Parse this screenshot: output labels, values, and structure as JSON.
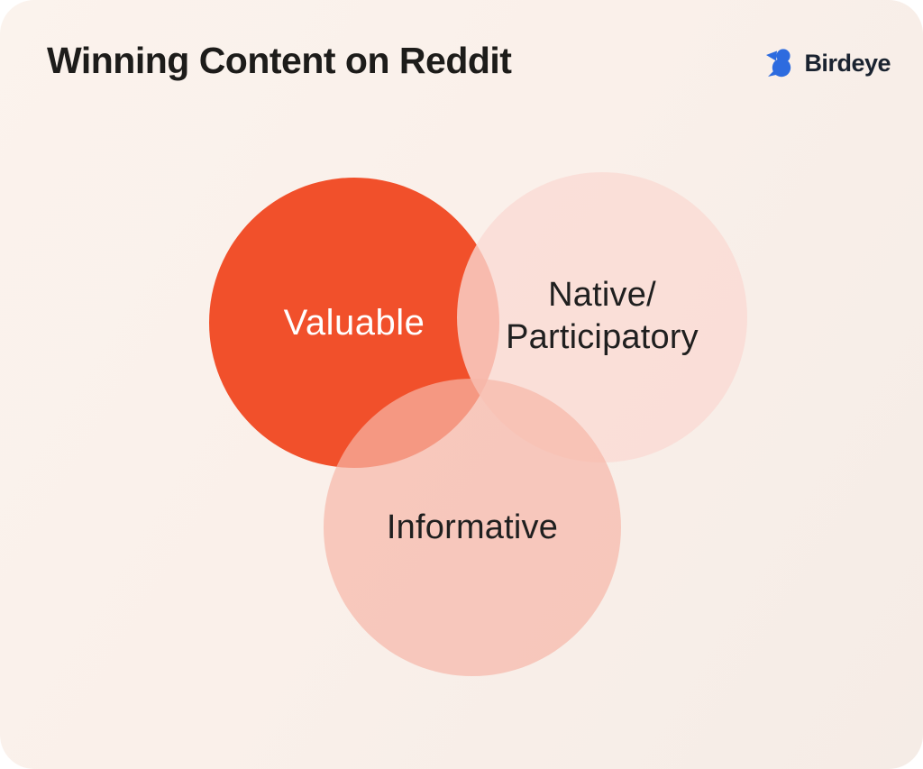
{
  "header": {
    "title": "Winning Content on Reddit",
    "title_color": "#1d1c1a",
    "logo": {
      "label": "Birdeye",
      "icon": "birdeye-bird-icon",
      "icon_color": "#2d6bdf",
      "label_color": "#1a2330"
    }
  },
  "chart_data": {
    "type": "venn",
    "title": "Winning Content on Reddit",
    "background_color": "#faf0ea",
    "circles": [
      {
        "id": "valuable",
        "label": "Valuable",
        "lines": [
          "Valuable"
        ],
        "fill": "#f1502b",
        "text_color": "#ffffff",
        "position": "top-left"
      },
      {
        "id": "native-participatory",
        "label": "Native/Participatory",
        "lines": [
          "Native/",
          "Participatory"
        ],
        "fill": "rgba(250,218,212,0.78)",
        "text_color": "#1f1f1f",
        "position": "top-right"
      },
      {
        "id": "informative",
        "label": "Informative",
        "lines": [
          "Informative"
        ],
        "fill": "rgba(247,183,168,0.70)",
        "text_color": "#1f1f1f",
        "position": "bottom-center"
      }
    ],
    "overlaps": [
      "Valuable ∩ Native/Participatory",
      "Valuable ∩ Informative",
      "Native/Participatory ∩ Informative",
      "Valuable ∩ Native/Participatory ∩ Informative"
    ]
  }
}
